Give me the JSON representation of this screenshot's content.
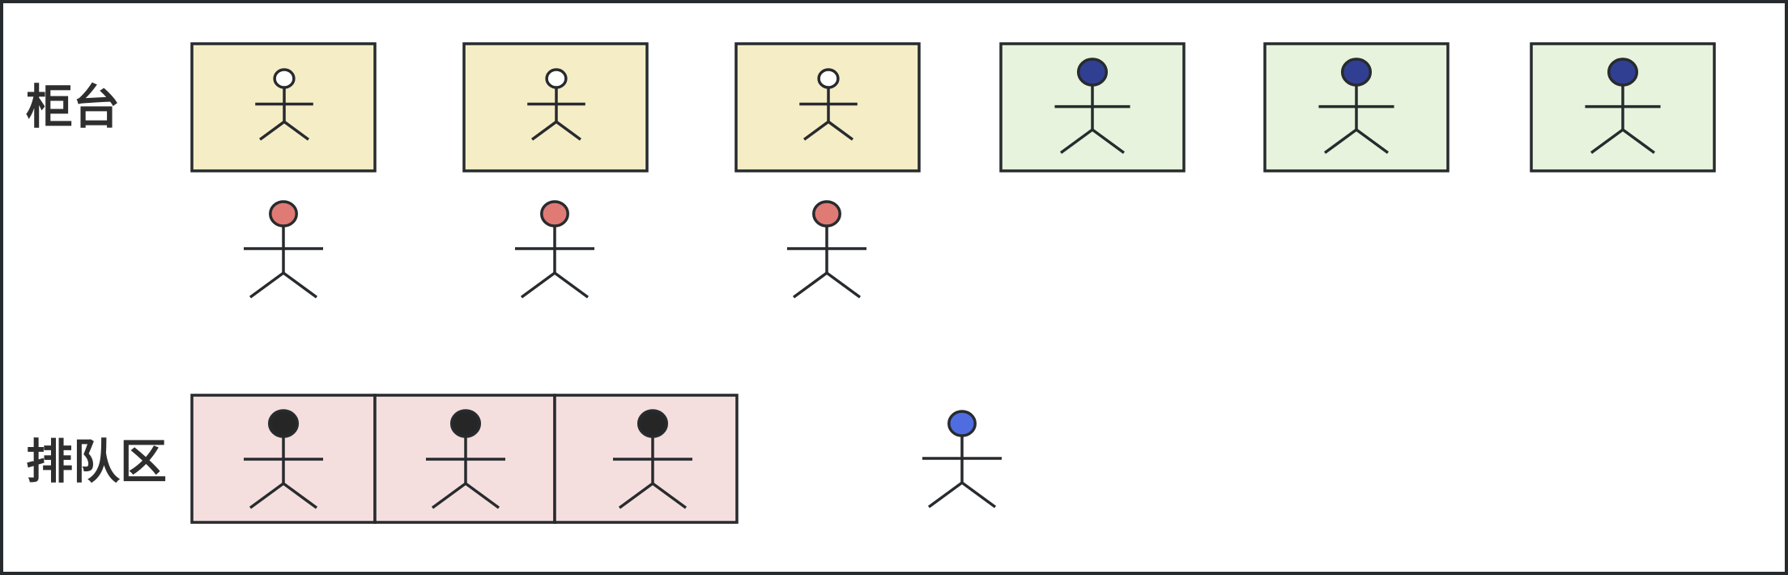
{
  "labels": {
    "counter": "柜台",
    "queue": "排队区"
  },
  "colors": {
    "stroke": "#272b2e",
    "counter_waiting_fill": "#f5edc6",
    "counter_busy_fill": "#e7f3dc",
    "queue_fill": "#f5dede",
    "staff_head_busy": "#313f93",
    "customer_served_head": "#e07a74",
    "customer_queued_head": "#262626",
    "customer_arriving_head": "#4f6de0",
    "staff_head_waiting": "#ffffff"
  },
  "counters": [
    {
      "state": "waiting"
    },
    {
      "state": "waiting"
    },
    {
      "state": "waiting"
    },
    {
      "state": "busy"
    },
    {
      "state": "busy"
    },
    {
      "state": "busy"
    }
  ],
  "served_customers": 3,
  "queued_customers": 3,
  "arriving_customers": 1
}
